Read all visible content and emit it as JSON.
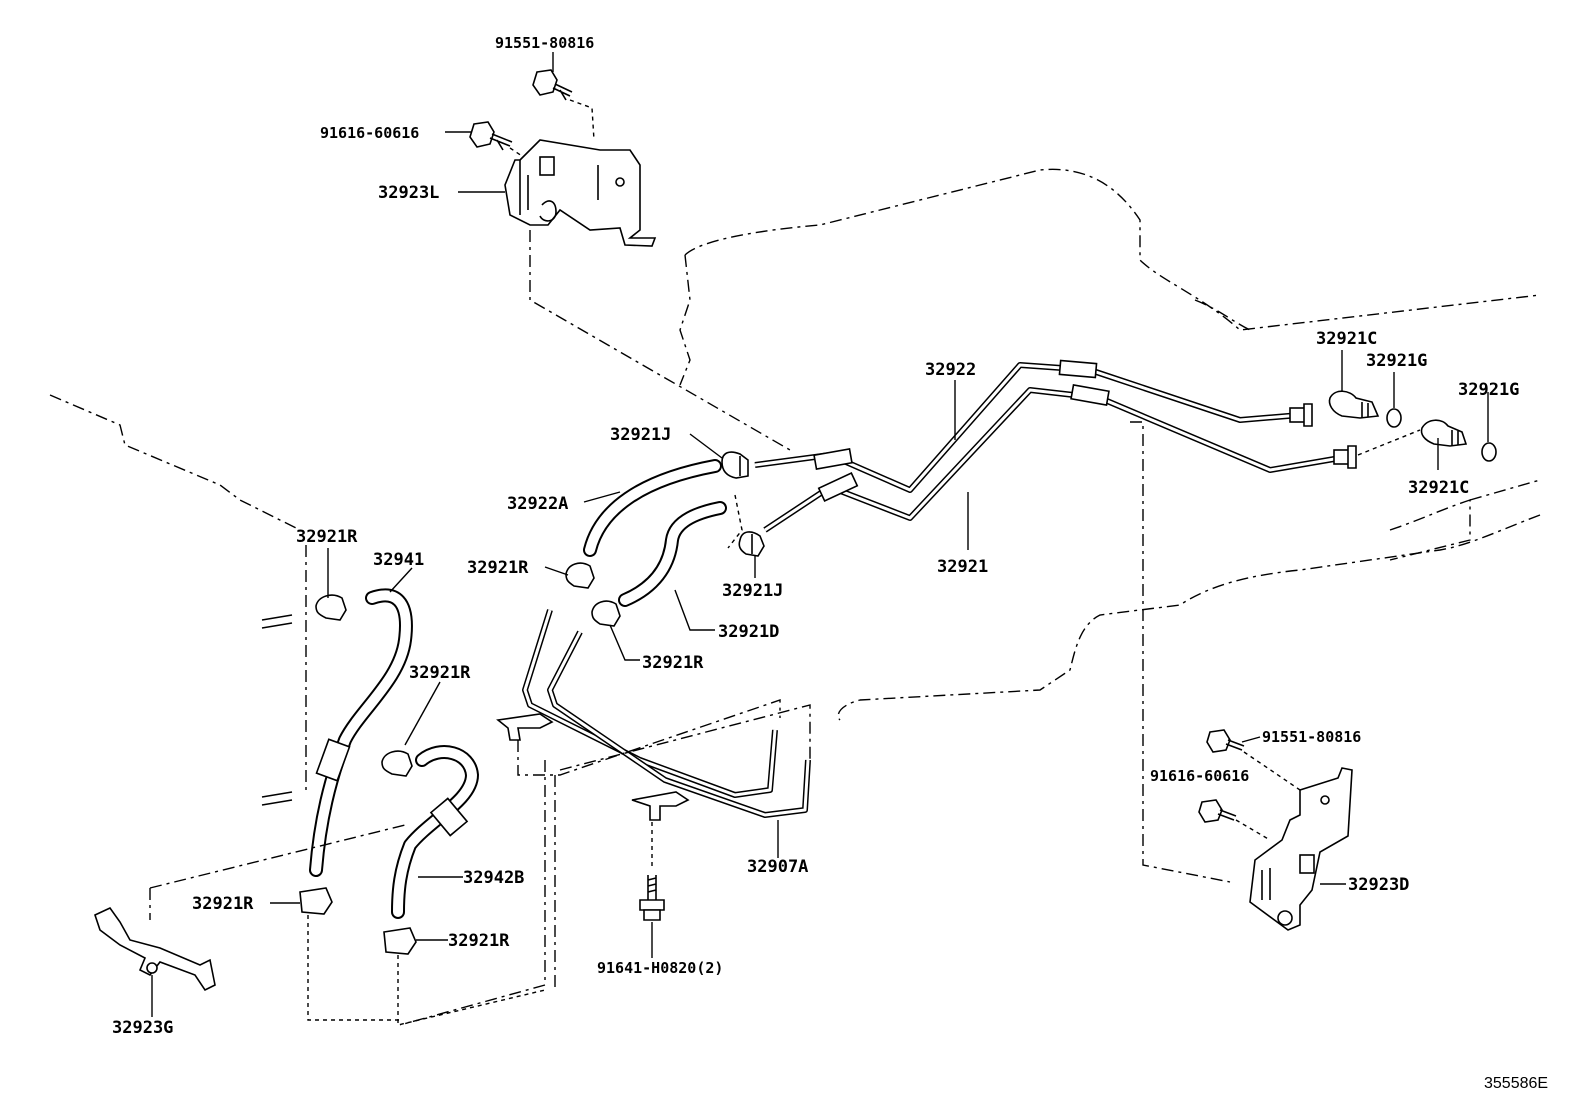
{
  "diagram": {
    "drawing_id": "355586E",
    "labels": {
      "bolt_top": "91551-80816",
      "bolt_top_left": "91616-60616",
      "bracket_l": "32923L",
      "pipe_32922": "32922",
      "pipe_32921": "32921",
      "union_c_top": "32921C",
      "gasket_g1": "32921G",
      "gasket_g2": "32921G",
      "union_c_bottom": "32921C",
      "clip_j_top": "32921J",
      "clip_j_bottom": "32921J",
      "hose_22a": "32922A",
      "clip_r_mid": "32921R",
      "hose_21d": "32921D",
      "clip_r_center": "32921R",
      "clip_r_left_top": "32921R",
      "hose_41": "32941",
      "clip_r_left_mid": "32921R",
      "hose_42b": "32942B",
      "clip_r_left_bottom": "32921R",
      "clip_r_bottom": "32921R",
      "pipe_07a": "32907A",
      "bolt_bottom": "91641-H0820(2)",
      "bolt_right_top": "91551-80816",
      "bolt_right_mid": "91616-60616",
      "bracket_d": "32923D",
      "bracket_g": "32923G"
    }
  }
}
